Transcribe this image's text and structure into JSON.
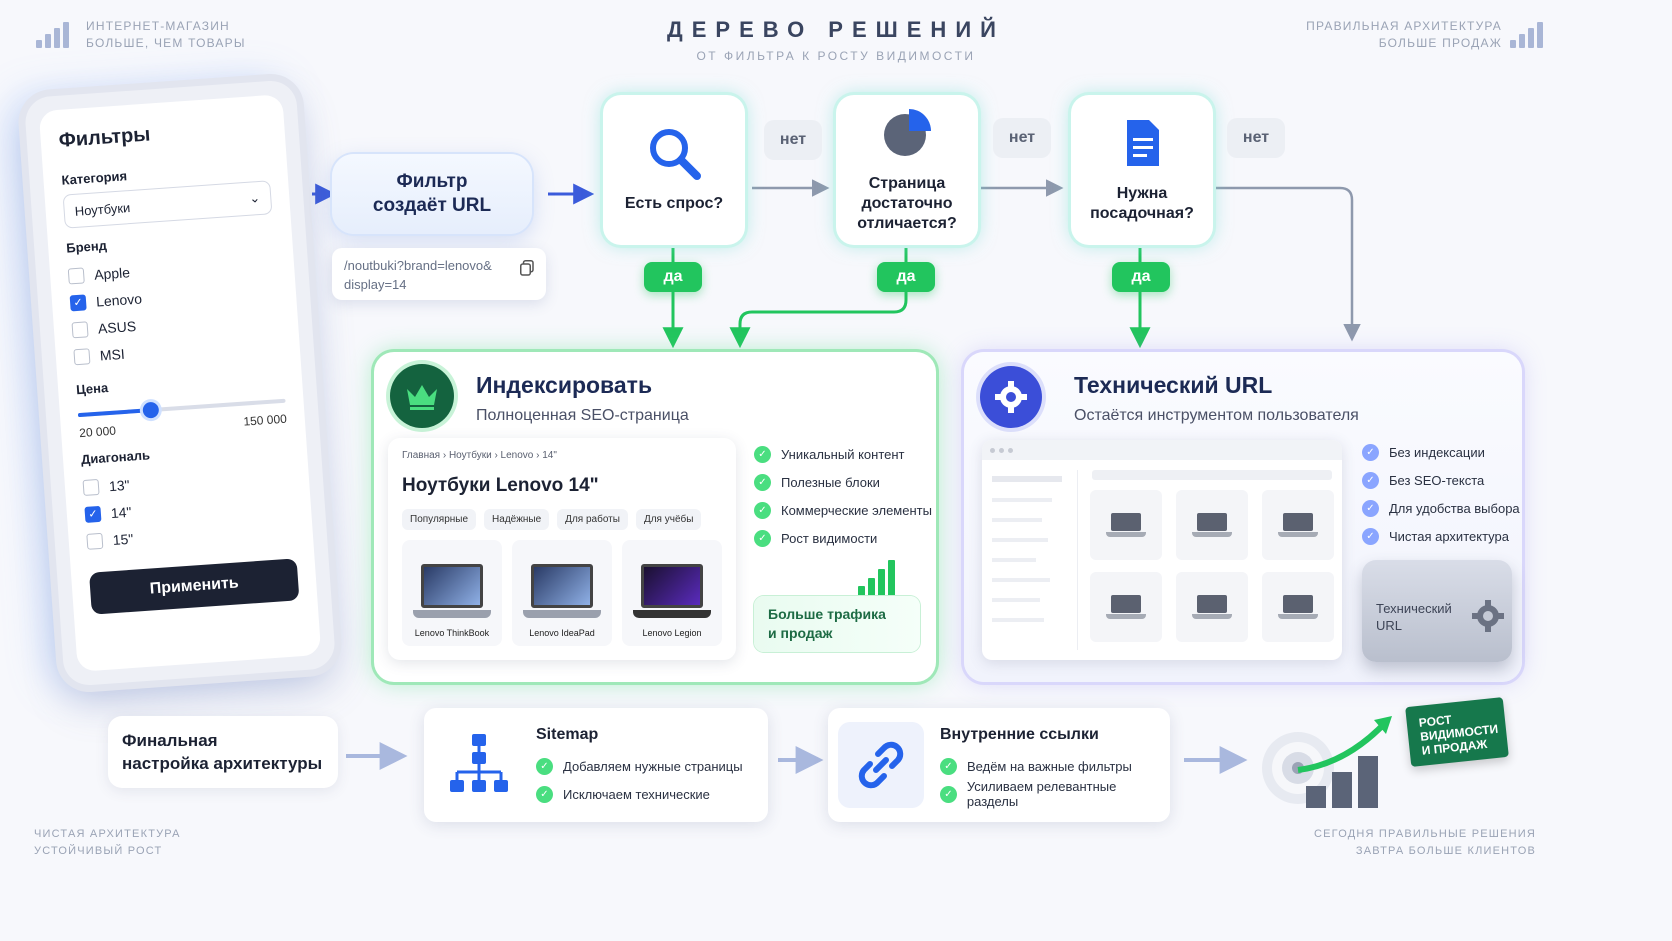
{
  "header": {
    "left_line1": "ИНТЕРНЕТ-МАГАЗИН",
    "left_line2": "БОЛЬШЕ, ЧЕМ ТОВАРЫ",
    "title": "ДЕРЕВО РЕШЕНИЙ",
    "subtitle": "ОТ ФИЛЬТРА К РОСТУ ВИДИМОСТИ",
    "right_line1": "ПРАВИЛЬНАЯ АРХИТЕКТУРА",
    "right_line2": "БОЛЬШЕ ПРОДАЖ"
  },
  "footer": {
    "left_line1": "ЧИСТАЯ АРХИТЕКТУРА",
    "left_line2": "УСТОЙЧИВЫЙ РОСТ",
    "right_line1": "СЕГОДНЯ ПРАВИЛЬНЫЕ РЕШЕНИЯ",
    "right_line2": "ЗАВТРА БОЛЬШЕ КЛИЕНТОВ"
  },
  "filters": {
    "title": "Фильтры",
    "category_label": "Категория",
    "category_value": "Ноутбуки",
    "brand_label": "Бренд",
    "brands": [
      {
        "label": "Apple",
        "checked": false
      },
      {
        "label": "Lenovo",
        "checked": true
      },
      {
        "label": "ASUS",
        "checked": false
      },
      {
        "label": "MSI",
        "checked": false
      }
    ],
    "price_label": "Цена",
    "price_min": "20 000",
    "price_max": "150 000",
    "price_fill": 0.35,
    "diagonal_label": "Диагональ",
    "diagonals": [
      {
        "label": "13\"",
        "checked": false
      },
      {
        "label": "14\"",
        "checked": true
      },
      {
        "label": "15\"",
        "checked": false
      }
    ],
    "apply_label": "Применить"
  },
  "flow": {
    "filter_url_line1": "Фильтр",
    "filter_url_line2": "создаёт URL",
    "url_example_line1": "/noutbuki?brand=lenovo&",
    "url_example_line2": "display=14",
    "q1": "Есть спрос?",
    "q2_line1": "Страница",
    "q2_line2": "достаточно",
    "q2_line3": "отличается?",
    "q3_line1": "Нужна",
    "q3_line2": "посадочная?",
    "no": "нет",
    "yes": "да"
  },
  "index_panel": {
    "title": "Индексировать",
    "subtitle": "Полноценная SEO-страница",
    "breadcrumbs": "Главная  ›  Ноутбуки  ›  Lenovo  ›  14\"",
    "page_heading": "Ноутбуки Lenovo 14\"",
    "tags": [
      "Популярные",
      "Надёжные",
      "Для работы",
      "Для учёбы"
    ],
    "products": [
      "Lenovo ThinkBook",
      "Lenovo IdeaPad",
      "Lenovo Legion"
    ],
    "checks": [
      "Уникальный контент",
      "Полезные блоки",
      "Коммерческие элементы",
      "Рост видимости"
    ],
    "more_line1": "Больше трафика",
    "more_line2": "и продаж"
  },
  "tech_panel": {
    "title": "Технический URL",
    "subtitle": "Остаётся инструментом пользователя",
    "checks": [
      "Без индексации",
      "Без SEO-текста",
      "Для удобства выбора",
      "Чистая архитектура"
    ],
    "box_line1": "Технический",
    "box_line2": "URL"
  },
  "bottom": {
    "final_line1": "Финальная",
    "final_line2": "настройка архитектуры",
    "sitemap_title": "Sitemap",
    "sitemap_items": [
      "Добавляем нужные страницы",
      "Исключаем технические"
    ],
    "links_title": "Внутренние ссылки",
    "links_items": [
      "Ведём на важные фильтры",
      "Усиливаем релевантные разделы"
    ],
    "flag_line1": "РОСТ",
    "flag_line2": "ВИДИМОСТИ",
    "flag_line3": "И ПРОДАЖ"
  },
  "colors": {
    "accent_blue": "#2563eb",
    "yes_green": "#22c55e",
    "dark": "#1c2233"
  }
}
